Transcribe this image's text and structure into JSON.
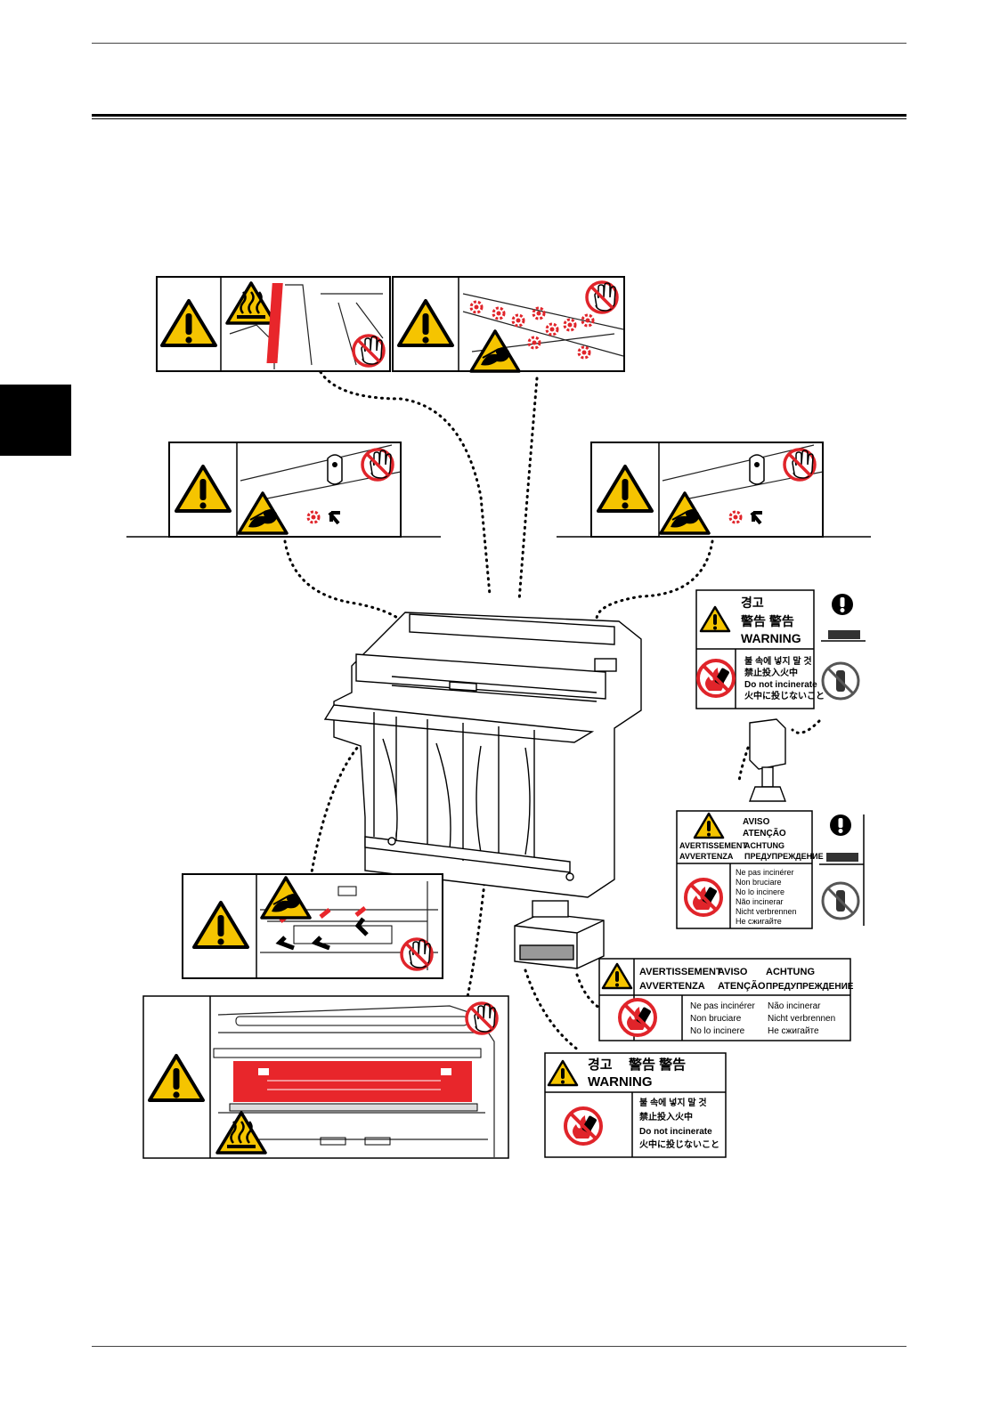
{
  "labels": {
    "korean_short_a": {
      "heading": "경고",
      "cjk": "警告  警告",
      "english": "WARNING",
      "lines": [
        "불 속에 넣지 말 것",
        "禁止投入火中",
        "Do not incinerate",
        "火中に投じないこと"
      ]
    },
    "multilingual_a": {
      "col1": [
        "AVERTISSEMENT",
        "AVVERTENZA"
      ],
      "col2": [
        "AVISO",
        "ATENÇÃO"
      ],
      "col3": [
        "ACHTUNG",
        "ПРЕДУПРЕЖДЕНИЕ"
      ],
      "lines": [
        "Ne pas incinérer",
        "Non bruciare",
        "No lo incinere",
        "Não incinerar",
        "Nicht verbrennen",
        "Не сжигайте"
      ]
    },
    "multilingual_b": {
      "head1": [
        "AVERTISSEMENT",
        "AVVERTENZA"
      ],
      "head2": [
        "AVISO",
        "ATENÇÃO"
      ],
      "head3": [
        "ACHTUNG",
        "ПРЕДУПРЕЖДЕНИЕ"
      ],
      "left_lines": [
        "Ne pas incinérer",
        "Non bruciare",
        "No lo incinere"
      ],
      "right_lines": [
        "Não incinerar",
        "Nicht verbrennen",
        "Не сжигайте"
      ]
    },
    "korean_short_b": {
      "heading": "경고",
      "cjk": "警告  警告",
      "english": "WARNING",
      "lines": [
        "불 속에 넣지 말 것",
        "禁止投入火中",
        "Do not incinerate",
        "火中に投じないこと"
      ]
    }
  },
  "colors": {
    "warning_yellow": "#f5c400",
    "prohibit_red": "#e0242a",
    "hot_red": "#e8262b",
    "ink": "#000000"
  },
  "icons": [
    "warning-triangle-icon",
    "hot-surface-icon",
    "no-touch-icon",
    "pinch-hazard-icon",
    "no-fire-icon",
    "mandatory-icon"
  ]
}
